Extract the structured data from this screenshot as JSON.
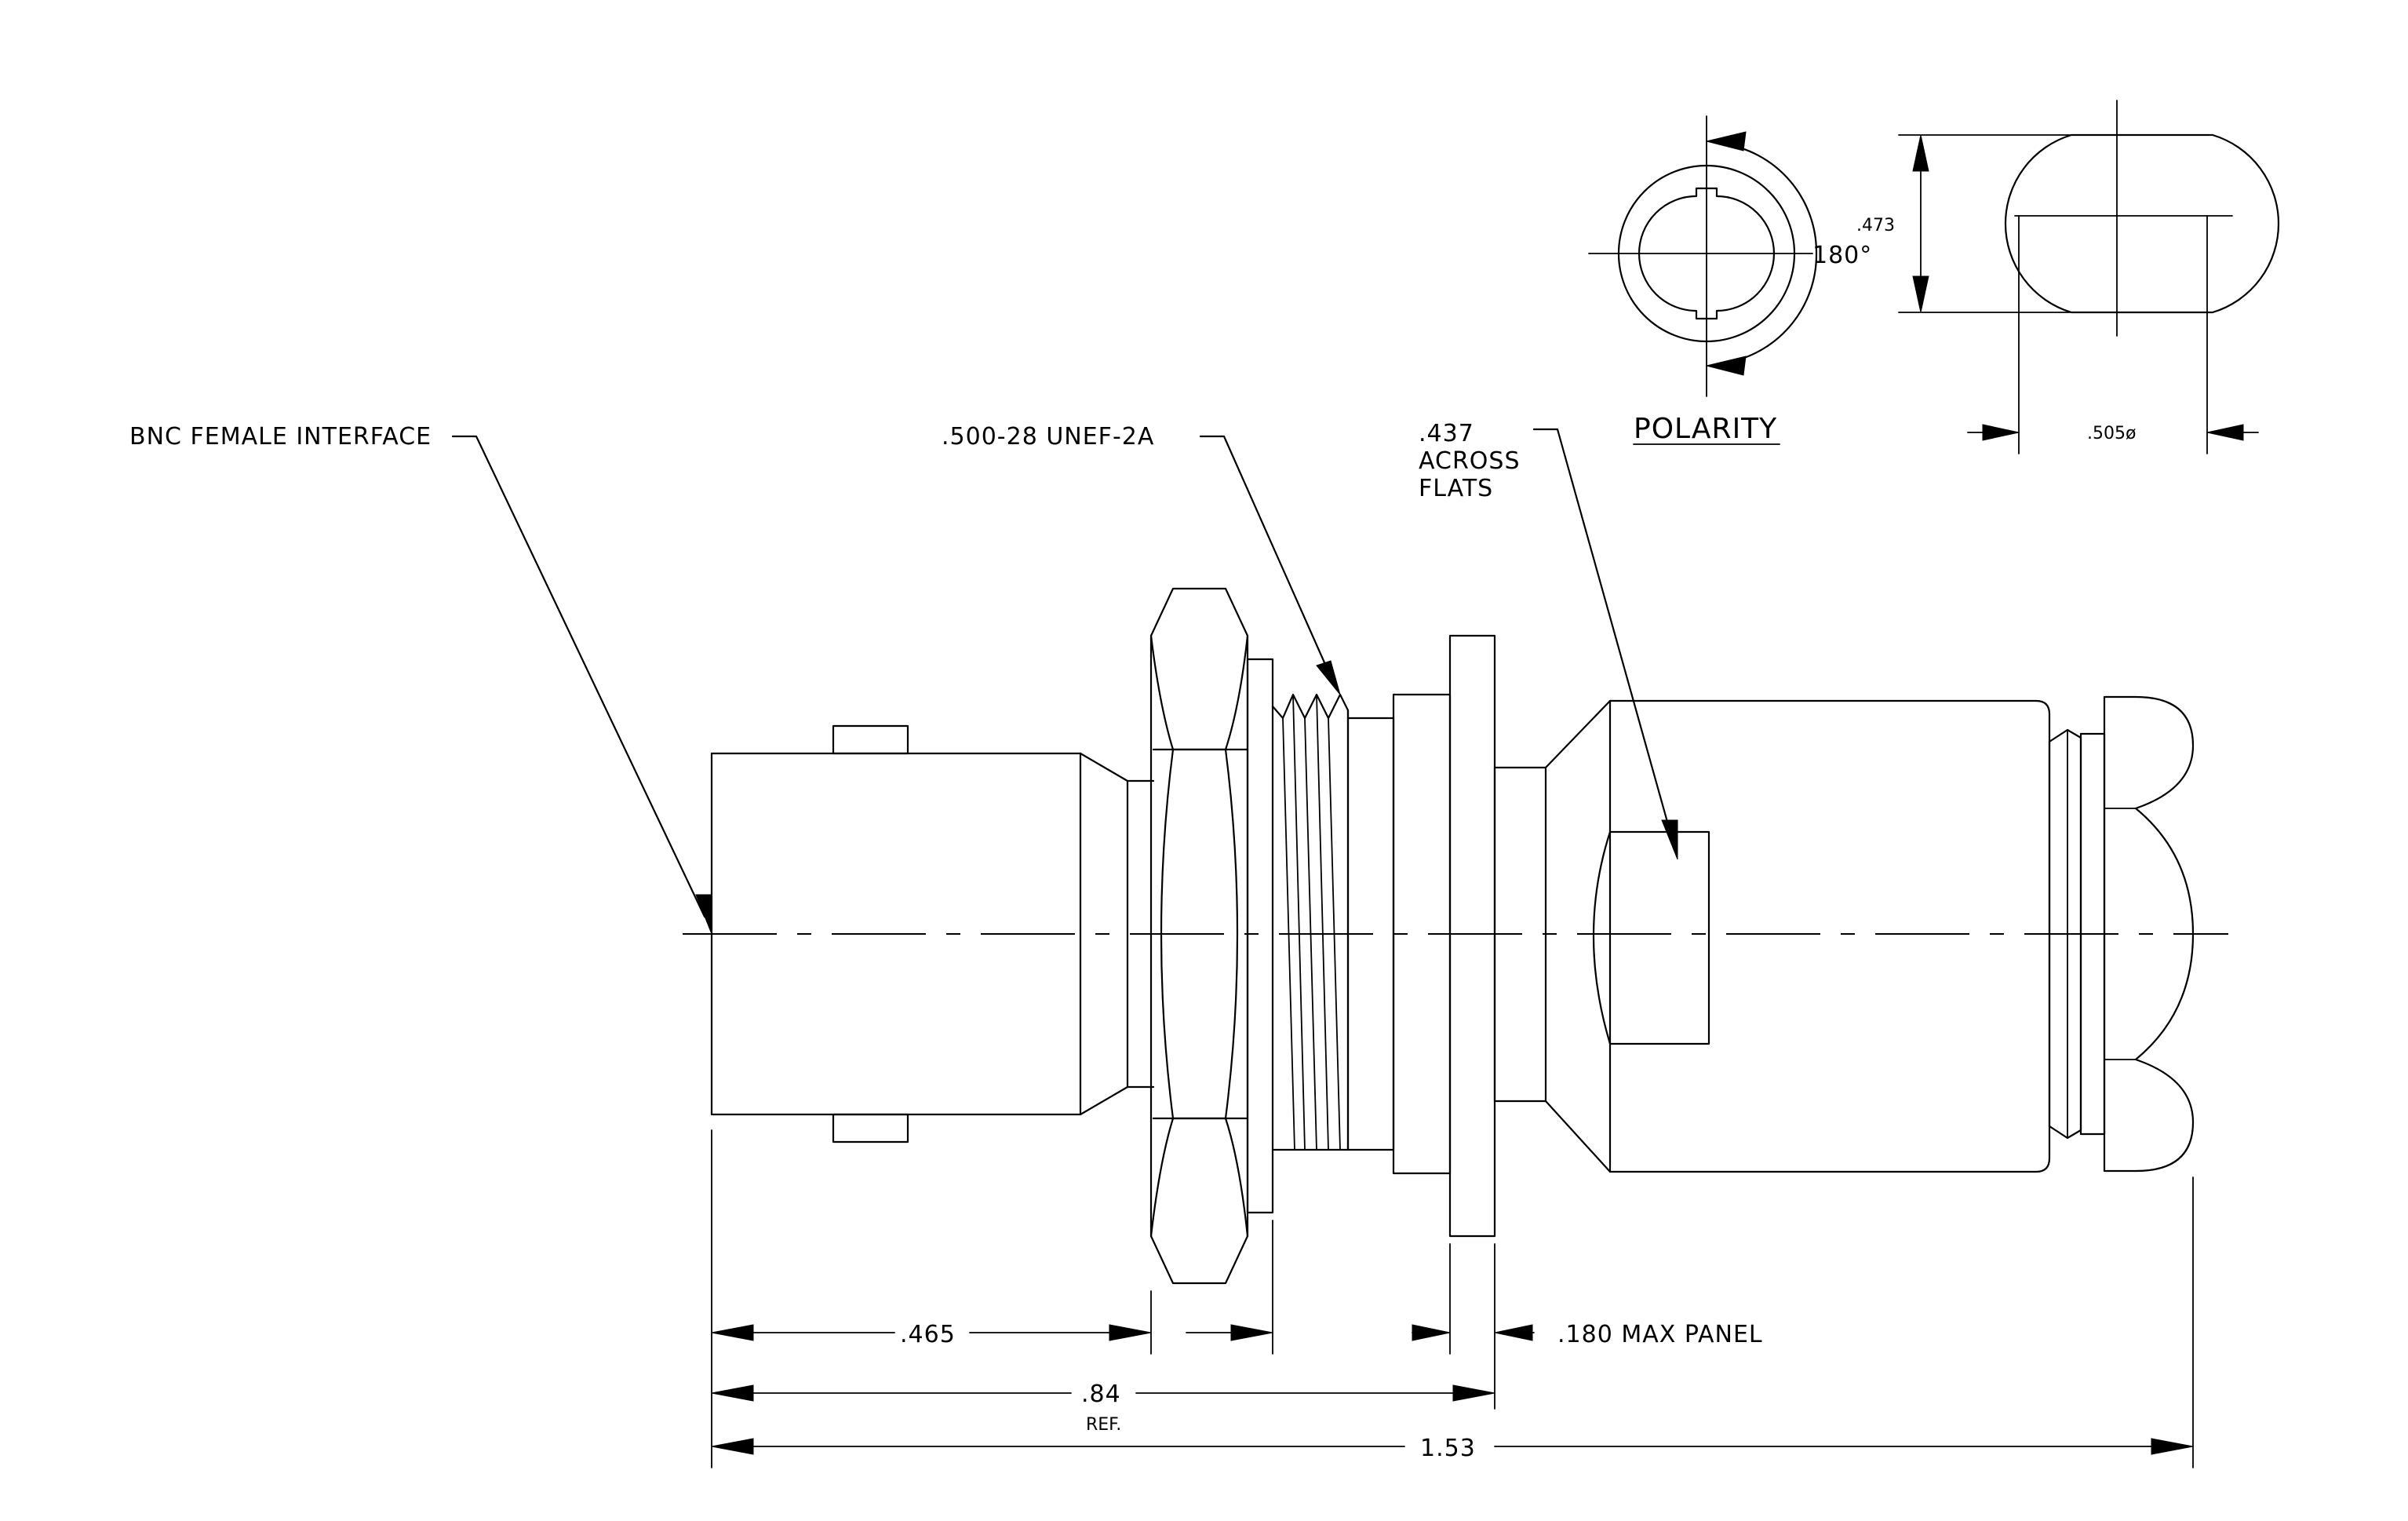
{
  "labels": {
    "bnc_interface": "BNC FEMALE INTERFACE",
    "thread_spec": ".500-28 UNEF-2A",
    "across_flats_line1": ".437",
    "across_flats_line2": "ACROSS",
    "across_flats_line3": "FLATS",
    "polarity": "POLARITY",
    "polarity_angle": "180°",
    "height_dim": ".473",
    "diameter_dim": ".505ø",
    "dim_465": ".465",
    "dim_84": ".84",
    "dim_ref": "REF.",
    "dim_153": "1.53",
    "max_panel": ".180 MAX PANEL"
  }
}
